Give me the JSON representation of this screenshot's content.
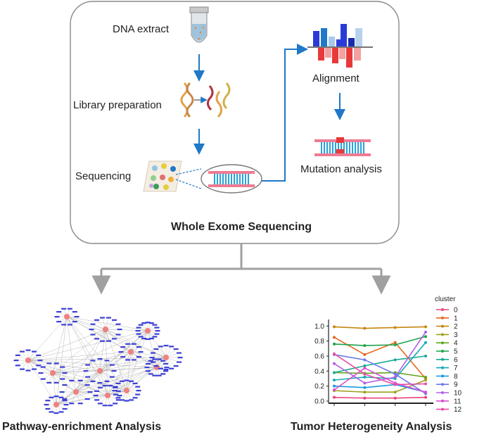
{
  "workflow": {
    "dna_extract": "DNA extract",
    "library_preparation": "Library preparation",
    "sequencing": "Sequencing",
    "alignment": "Alignment",
    "mutation_analysis": "Mutation analysis",
    "title": "Whole Exome Sequencing"
  },
  "outputs": {
    "pathway": "Pathway-enrichment Analysis",
    "heterogeneity": "Tumor Heterogeneity Analysis"
  },
  "colors": {
    "arrow_blue": "#1f78c8",
    "box_border": "#8a8a8a",
    "connector_gray": "#a0a0a0",
    "network_node": "#3b3fd6",
    "network_hub": "#f08080"
  },
  "chart_data": {
    "type": "line",
    "x": [
      "1",
      "2",
      "3",
      "4"
    ],
    "ylim": [
      0,
      1.05
    ],
    "yticks": [
      "1.0",
      "0.8",
      "0.6",
      "0.4",
      "0.2",
      "0.0"
    ],
    "legend_title": "cluster",
    "legend_position": "right",
    "series": [
      {
        "name": "0",
        "color": "#e8457a",
        "values": [
          0.05,
          0.04,
          0.04,
          0.05
        ]
      },
      {
        "name": "1",
        "color": "#e8671e",
        "values": [
          0.85,
          0.62,
          0.78,
          0.3
        ]
      },
      {
        "name": "2",
        "color": "#c8860f",
        "values": [
          0.99,
          0.97,
          0.98,
          0.99
        ]
      },
      {
        "name": "3",
        "color": "#9ea21c",
        "values": [
          0.14,
          0.12,
          0.12,
          0.28
        ]
      },
      {
        "name": "4",
        "color": "#62a81f",
        "values": [
          0.38,
          0.37,
          0.38,
          0.32
        ]
      },
      {
        "name": "5",
        "color": "#1aa34a",
        "values": [
          0.76,
          0.74,
          0.75,
          0.86
        ]
      },
      {
        "name": "6",
        "color": "#1aa993",
        "values": [
          0.38,
          0.47,
          0.55,
          0.6
        ]
      },
      {
        "name": "7",
        "color": "#16aab8",
        "values": [
          0.28,
          0.32,
          0.3,
          0.78
        ]
      },
      {
        "name": "8",
        "color": "#1b9be0",
        "values": [
          0.2,
          0.18,
          0.22,
          0.12
        ]
      },
      {
        "name": "9",
        "color": "#6d78e8",
        "values": [
          0.62,
          0.55,
          0.36,
          0.1
        ]
      },
      {
        "name": "10",
        "color": "#b160e6",
        "values": [
          0.5,
          0.24,
          0.32,
          0.92
        ]
      },
      {
        "name": "11",
        "color": "#d84fd0",
        "values": [
          0.15,
          0.44,
          0.24,
          0.12
        ]
      },
      {
        "name": "12",
        "color": "#e64fa6",
        "values": [
          0.63,
          0.36,
          0.22,
          0.23
        ]
      }
    ]
  }
}
